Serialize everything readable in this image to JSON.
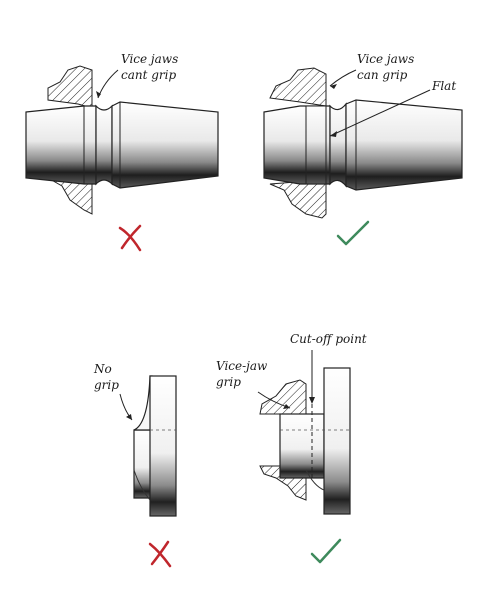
{
  "figures": [
    {
      "id": "shaft-bad",
      "labels": [
        "Vice jaws",
        "cant grip"
      ],
      "verdict": "wrong"
    },
    {
      "id": "shaft-good",
      "labels": [
        "Vice jaws",
        "can grip"
      ],
      "extra_label": "Flat",
      "verdict": "correct"
    },
    {
      "id": "flange-bad",
      "labels": [
        "No",
        "grip"
      ],
      "verdict": "wrong"
    },
    {
      "id": "flange-good",
      "labels": [
        "Vice-jaw",
        "grip"
      ],
      "extra_label": "Cut-off point",
      "verdict": "correct"
    }
  ],
  "colors": {
    "wrong_mark": "#c0262c",
    "correct_mark": "#3e8a5c",
    "ink": "#1a1a1a"
  },
  "icons": {
    "wrong": "red-cross-icon",
    "correct": "green-check-icon"
  }
}
